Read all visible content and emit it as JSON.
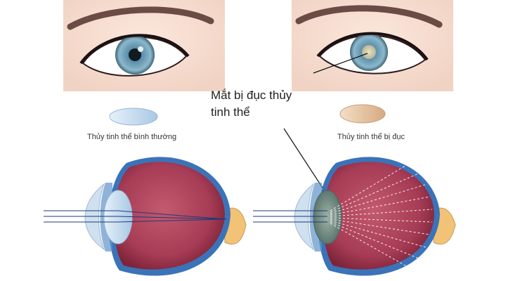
{
  "callout": {
    "line1": "Mắt bị đục thủy",
    "line2": "tinh thể"
  },
  "captions": {
    "normal_lens": "Thủy tinh thể bình thường",
    "cloudy_lens": "Thủy tinh thể bị đục"
  },
  "colors": {
    "iris": "#6f9fb5",
    "skin": "#f6d9cc",
    "eyeball_red": "#a03a52",
    "sclera_outer": "#3b73b8",
    "normal_lens": "#c7dcef",
    "cloudy_lens": "#e7c9a8",
    "cloudy_lens_in_eye": "#6c8a83",
    "light_ray": "#1e3a7a",
    "scatter_ray": "#ffffff",
    "optic_nerve": "#f2c277"
  },
  "icons": {
    "left_eye_photo": "normal-eye-photo",
    "right_eye_photo": "cataract-eye-photo",
    "left_diagram": "normal-eye-cross-section",
    "right_diagram": "cataract-eye-cross-section"
  }
}
